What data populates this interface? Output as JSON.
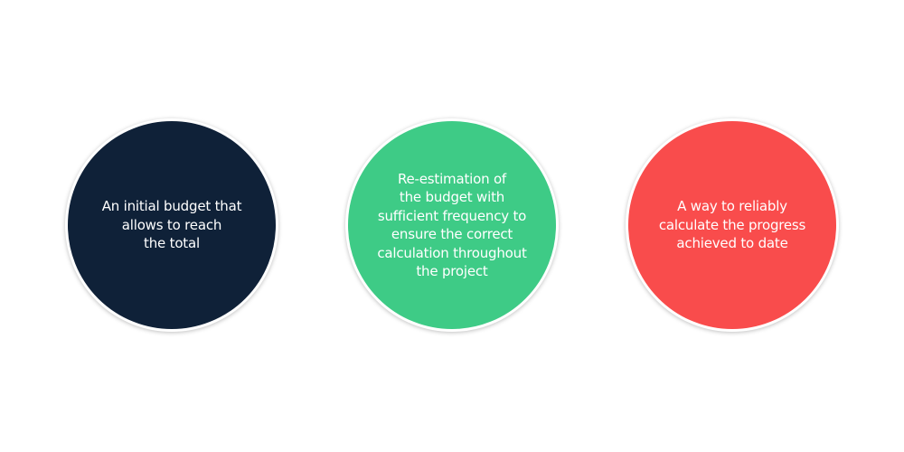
{
  "items": [
    {
      "text": "An initial budget that\nallows to reach\nthe total",
      "color": "#0f2138"
    },
    {
      "text": "Re-estimation of\nthe budget with\nsufficient frequency to\nensure the correct\ncalculation throughout\nthe project",
      "color": "#3ecb86"
    },
    {
      "text": "A way to reliably\ncalculate the progress\nachieved to date",
      "color": "#f94c4c"
    }
  ]
}
